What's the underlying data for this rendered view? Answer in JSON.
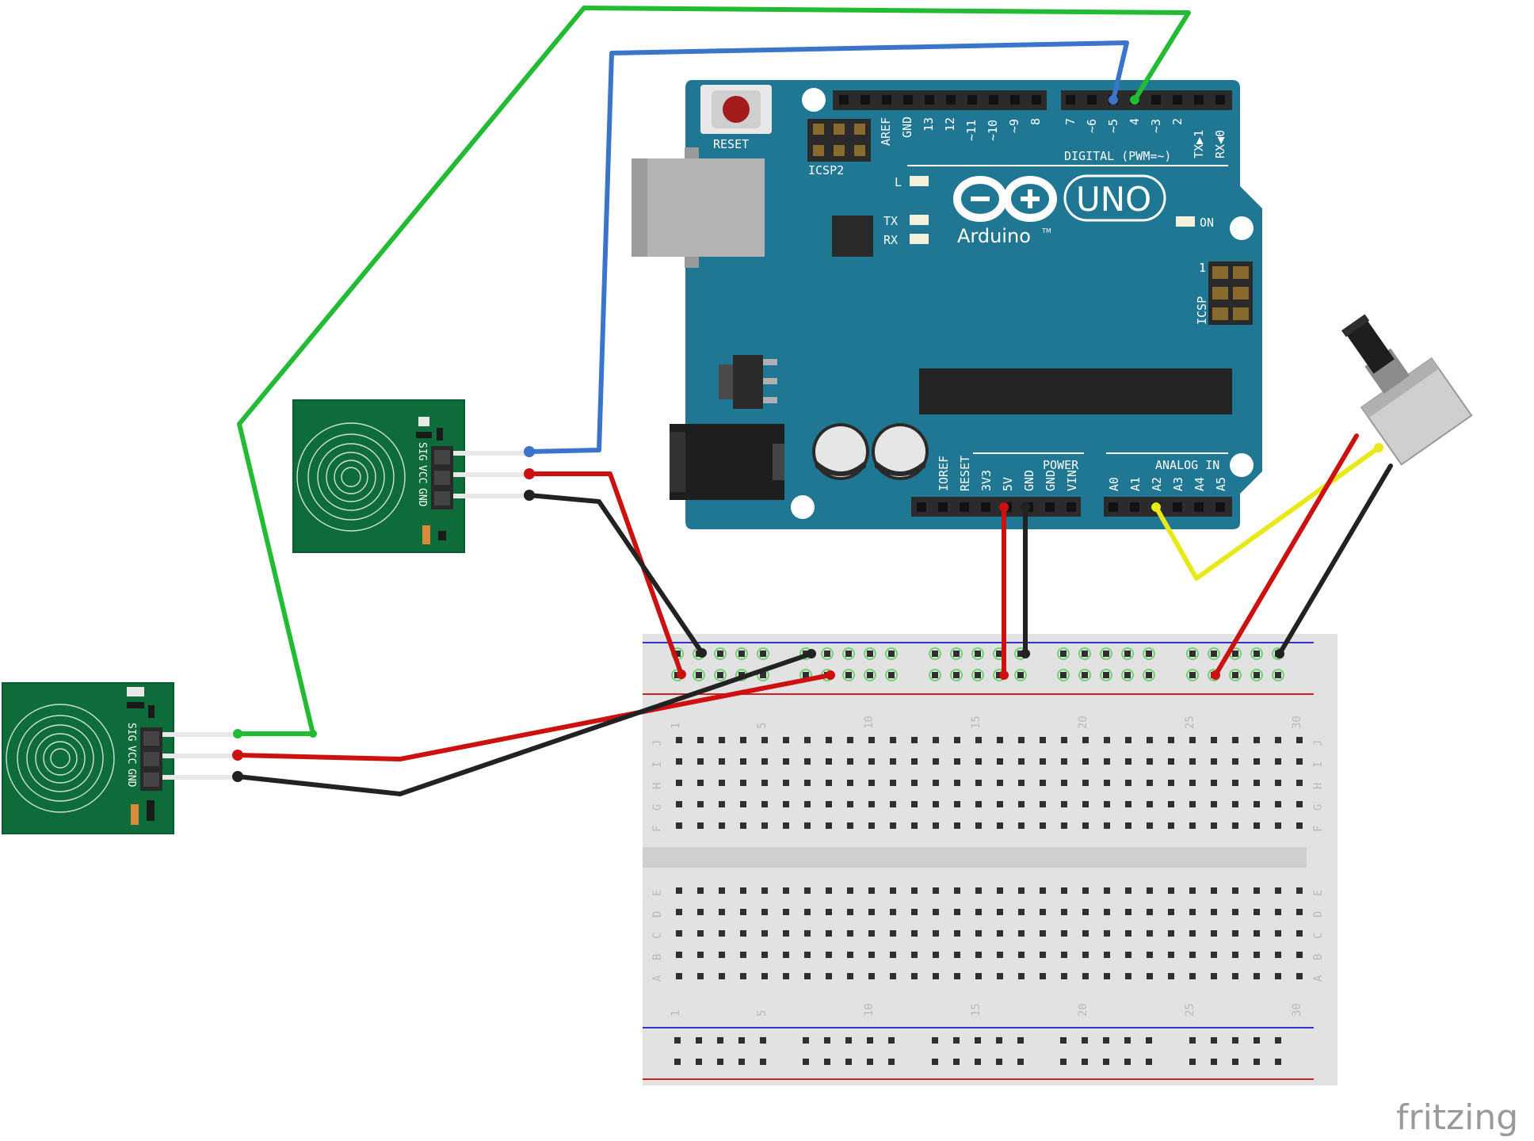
{
  "colors": {
    "board": "#1f7794",
    "board_dark": "#16607a",
    "module": "#0e6b3a",
    "breadboard": "#e2e2e2",
    "wire_green": "#22bb33",
    "wire_blue": "#3a75c9",
    "wire_red": "#cc1111",
    "wire_black": "#222222",
    "wire_yellow": "#e8e81a"
  },
  "arduino": {
    "reset_label": "RESET",
    "icsp2_label": "ICSP2",
    "icsp_label": "ICSP",
    "icsp_pin1": "1",
    "led_l": "L",
    "led_tx": "TX",
    "led_rx": "RX",
    "led_on": "ON",
    "logo_uno": "UNO",
    "logo_brand": "Arduino",
    "logo_tm": "TM",
    "digital_label": "DIGITAL (PWM=~)",
    "power_label": "POWER",
    "analog_label": "ANALOG IN",
    "digital_pins_left": [
      "AREF",
      "GND",
      "13",
      "12",
      "~11",
      "~10",
      "~9",
      "8"
    ],
    "digital_pins_right": [
      "7",
      "~6",
      "~5",
      "4",
      "~3",
      "2",
      "TX▶1",
      "RX◀0"
    ],
    "power_pins": [
      "IOREF",
      "RESET",
      "3V3",
      "5V",
      "GND",
      "GND",
      "VIN"
    ],
    "analog_pins": [
      "A0",
      "A1",
      "A2",
      "A3",
      "A4",
      "A5"
    ]
  },
  "touch_sensor_1": {
    "pins": [
      "SIG",
      "VCC",
      "GND"
    ]
  },
  "touch_sensor_2": {
    "pins": [
      "SIG",
      "VCC",
      "GND"
    ]
  },
  "breadboard": {
    "top_numbers": [
      "1",
      "5",
      "10",
      "15",
      "20",
      "25",
      "30"
    ],
    "bottom_numbers": [
      "1",
      "5",
      "10",
      "15",
      "20",
      "25",
      "30"
    ],
    "rows_top": [
      "J",
      "I",
      "H",
      "G",
      "F"
    ],
    "rows_bottom": [
      "E",
      "D",
      "C",
      "B",
      "A"
    ]
  },
  "watermark": "fritzing"
}
